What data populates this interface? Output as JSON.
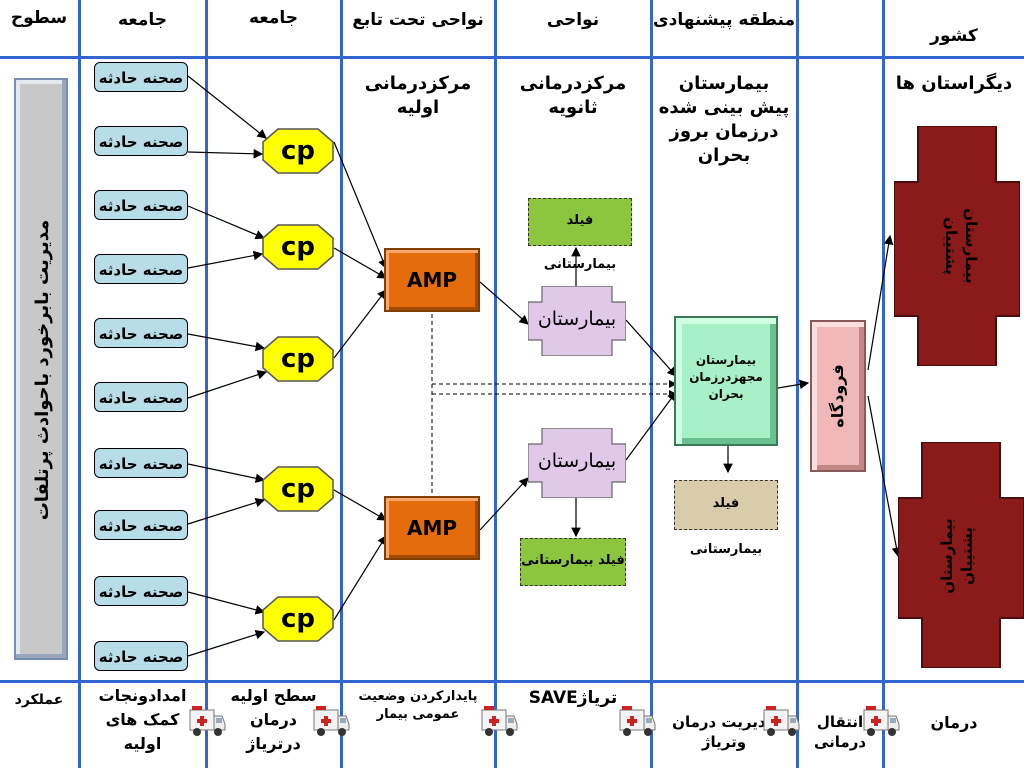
{
  "headers": {
    "levels": "سطوح",
    "community1": "جامعه",
    "community2": "جامعه",
    "sub_region": "نواحی تحت تابع",
    "region": "نواحی",
    "proposed_zone": "منطقه پیشنهادی",
    "country": "کشور"
  },
  "side_label": "مدیریت بابرخورد باحوادث پرتلفات",
  "scene_label": "صحنه حادثه",
  "cp_label": "cp",
  "amp_label": "AMP",
  "column_titles": {
    "primary_center": "مرکزدرمانی\nاولیه",
    "secondary_center": "مرکزدرمانی\nثانویه",
    "predicted_hospital": "بیمارستان\nپیش بینی شده\nدرزمان بروز\nبحران",
    "other_provinces": "دیگراستان ها"
  },
  "hospital_label": "بیمارستان",
  "field_hospital_label": "فیلد بیمارستانی",
  "crisis_hospital_label": "بیمارستان\nمجهزدرزمان\nبحران",
  "airport_label": "فرودگاه",
  "support_hospital_label": "بیمارستان\nپشتیبان",
  "footer": {
    "function": "عملکرد",
    "first_aid": "امدادونجات\nکمک های\nاولیه",
    "primary_treatment": "سطح اولیه\nدرمان\nدرتریاژ",
    "stabilize": "پایدارکردن وضعیت\nعمومی بیمار",
    "save_triage": "SAVEتریاژ",
    "treatment_mgmt": "مدیریت درمان\nوتریاژ",
    "transfer": "انتقال\nدرمانی",
    "treatment": "درمان"
  },
  "colors": {
    "grid": "#3366cc",
    "scene": "#b7dde8",
    "cp": "#ffff00",
    "amp": "#e46c0a",
    "hospital": "#e0c8e8",
    "field_green": "#8cc63f",
    "field_tan": "#d8ccaa",
    "crisis_hospital": "#a8f0c8",
    "airport": "#f0b8b8",
    "support_hospital": "#8b1a1a"
  },
  "icons": [
    "ambulance-icon"
  ]
}
